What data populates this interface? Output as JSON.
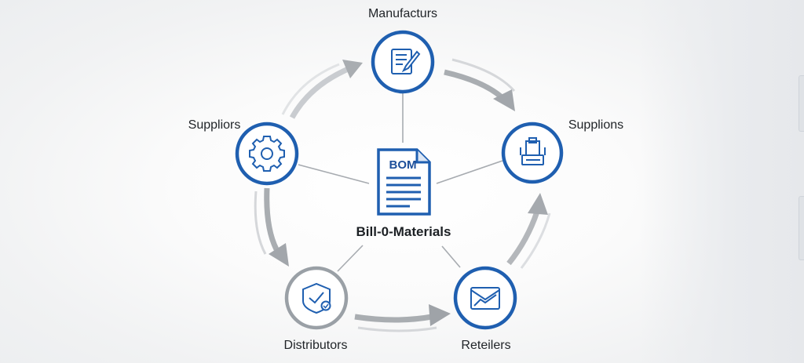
{
  "diagram": {
    "center": {
      "document_badge": "BOM",
      "label": "Bill-0-Materials",
      "icon": "document-icon"
    },
    "nodes": [
      {
        "id": "manufacturs",
        "label": "Manufacturs",
        "icon": "edit-document-icon",
        "ring_color": "#1f5fb0"
      },
      {
        "id": "supplions",
        "label": "Supplions",
        "icon": "factory-machine-icon",
        "ring_color": "#1f5fb0"
      },
      {
        "id": "reteilers",
        "label": "Reteilers",
        "icon": "envelope-chart-icon",
        "ring_color": "#1f5fb0"
      },
      {
        "id": "distributors",
        "label": "Distributors",
        "icon": "shield-check-icon",
        "ring_color": "#9aa0a6"
      },
      {
        "id": "suppliors",
        "label": "Suppliors",
        "icon": "gear-icon",
        "ring_color": "#1f5fb0"
      }
    ],
    "colors": {
      "accent_blue": "#1f5fb0",
      "arrow_gray": "#a9adb1",
      "connector_gray": "#9ea3a8"
    }
  }
}
